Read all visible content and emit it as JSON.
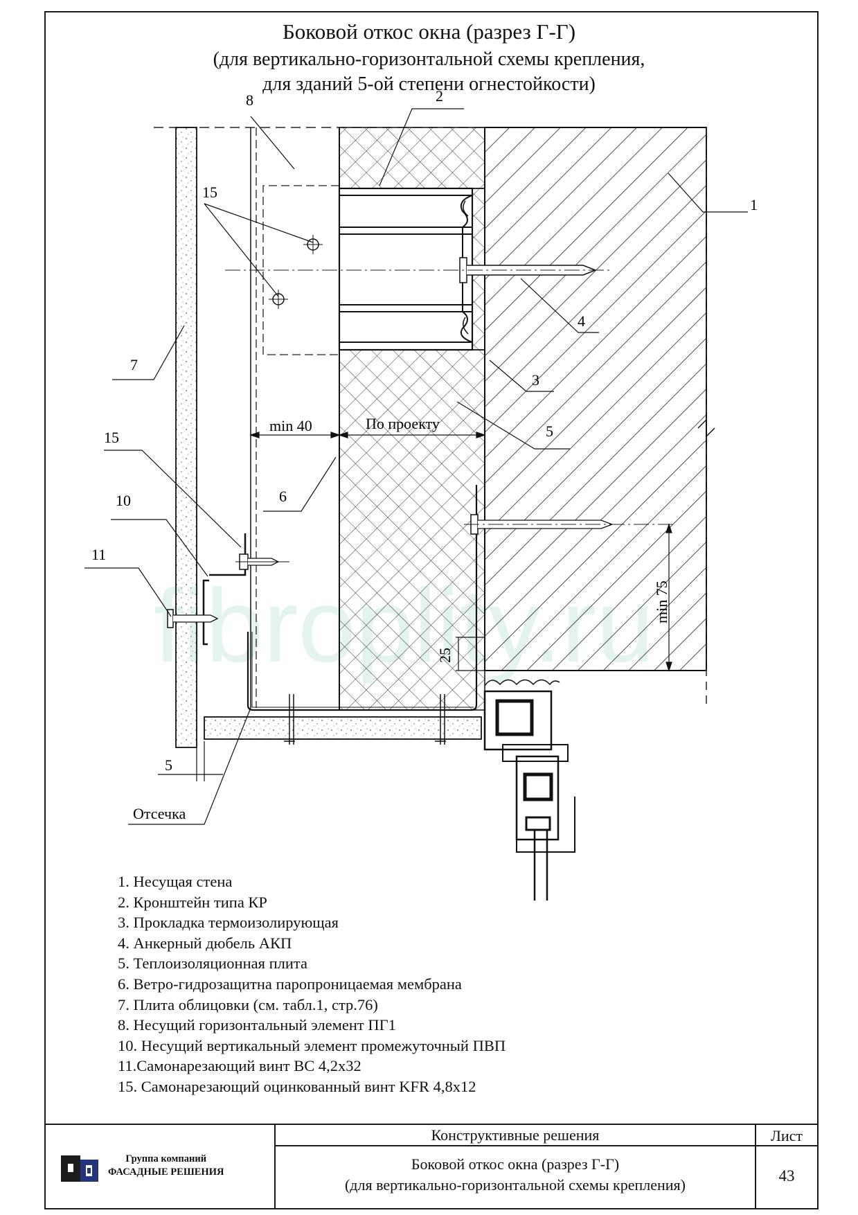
{
  "header": {
    "title": "Боковой откос окна (разрез Г-Г)",
    "subtitle_line1": "(для вертикально-горизонтальной схемы крепления,",
    "subtitle_line2": "для зданий 5-ой степени огнестойкости)"
  },
  "callouts": {
    "c1": "1",
    "c2": "2",
    "c3": "3",
    "c4": "4",
    "c5": "5",
    "c6": "6",
    "c7": "7",
    "c8": "8",
    "c10": "10",
    "c11": "11",
    "c15a": "15",
    "c15b": "15"
  },
  "dimensions": {
    "min40": "min 40",
    "po_proektu": "По проекту",
    "min75": "min 75",
    "d25": "25",
    "d5": "5",
    "otsechka": "Отсечка"
  },
  "watermark": "fibroplity.ru",
  "legend": [
    "1. Несущая стена",
    "2. Кронштейн типа КР",
    "3. Прокладка термоизолирующая",
    "4. Анкерный дюбель АКП",
    "5. Теплоизоляционная плита",
    "6. Ветро-гидрозащитна паропроницаемая мембрана",
    "7. Плита облицовки  (см. табл.1, стр.76)",
    "8. Несущий горизонтальный элемент ПГ1",
    "10. Несущий вертикальный элемент промежуточный ПВП",
    "11.Самонарезающий  винт ВС 4,2х32",
    "15. Самонарезающий оцинкованный винт KFR 4,8х12"
  ],
  "title_block": {
    "company_line1": "Группа компаний",
    "company_line2": "ФАСАДНЫЕ РЕШЕНИЯ",
    "section": "Конструктивные решения",
    "sheet_label": "Лист",
    "sheet_number": "43",
    "sheet_title_line1": "Боковой откос окна (разрез Г-Г)",
    "sheet_title_line2": "(для вертикально-горизонтальной схемы крепления)"
  }
}
